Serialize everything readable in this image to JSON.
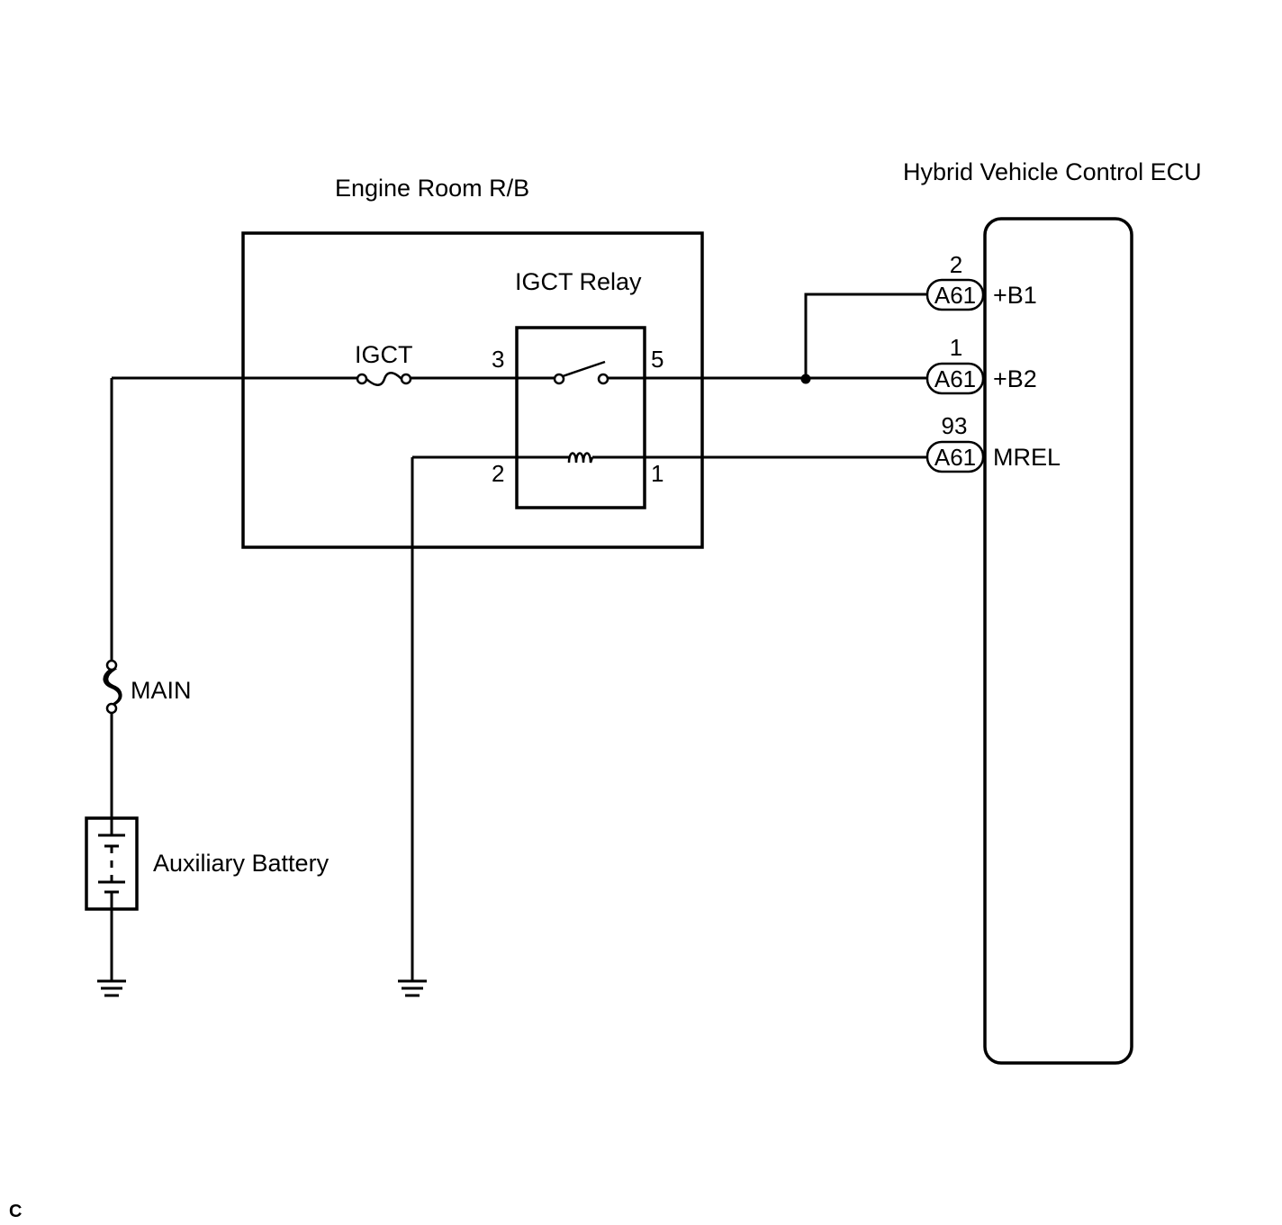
{
  "labels": {
    "engine_room_rb": "Engine Room R/B",
    "igct_relay": "IGCT Relay",
    "igct_fuse": "IGCT",
    "main_fuse": "MAIN",
    "auxiliary_battery": "Auxiliary Battery",
    "ecu": "Hybrid Vehicle Control ECU",
    "corner_code": "C"
  },
  "relay_pins": {
    "p3": "3",
    "p5": "5",
    "p2": "2",
    "p1": "1"
  },
  "connectors": [
    {
      "pin": "2",
      "connector": "A61",
      "terminal": "+B1"
    },
    {
      "pin": "1",
      "connector": "A61",
      "terminal": "+B2"
    },
    {
      "pin": "93",
      "connector": "A61",
      "terminal": "MREL"
    }
  ]
}
